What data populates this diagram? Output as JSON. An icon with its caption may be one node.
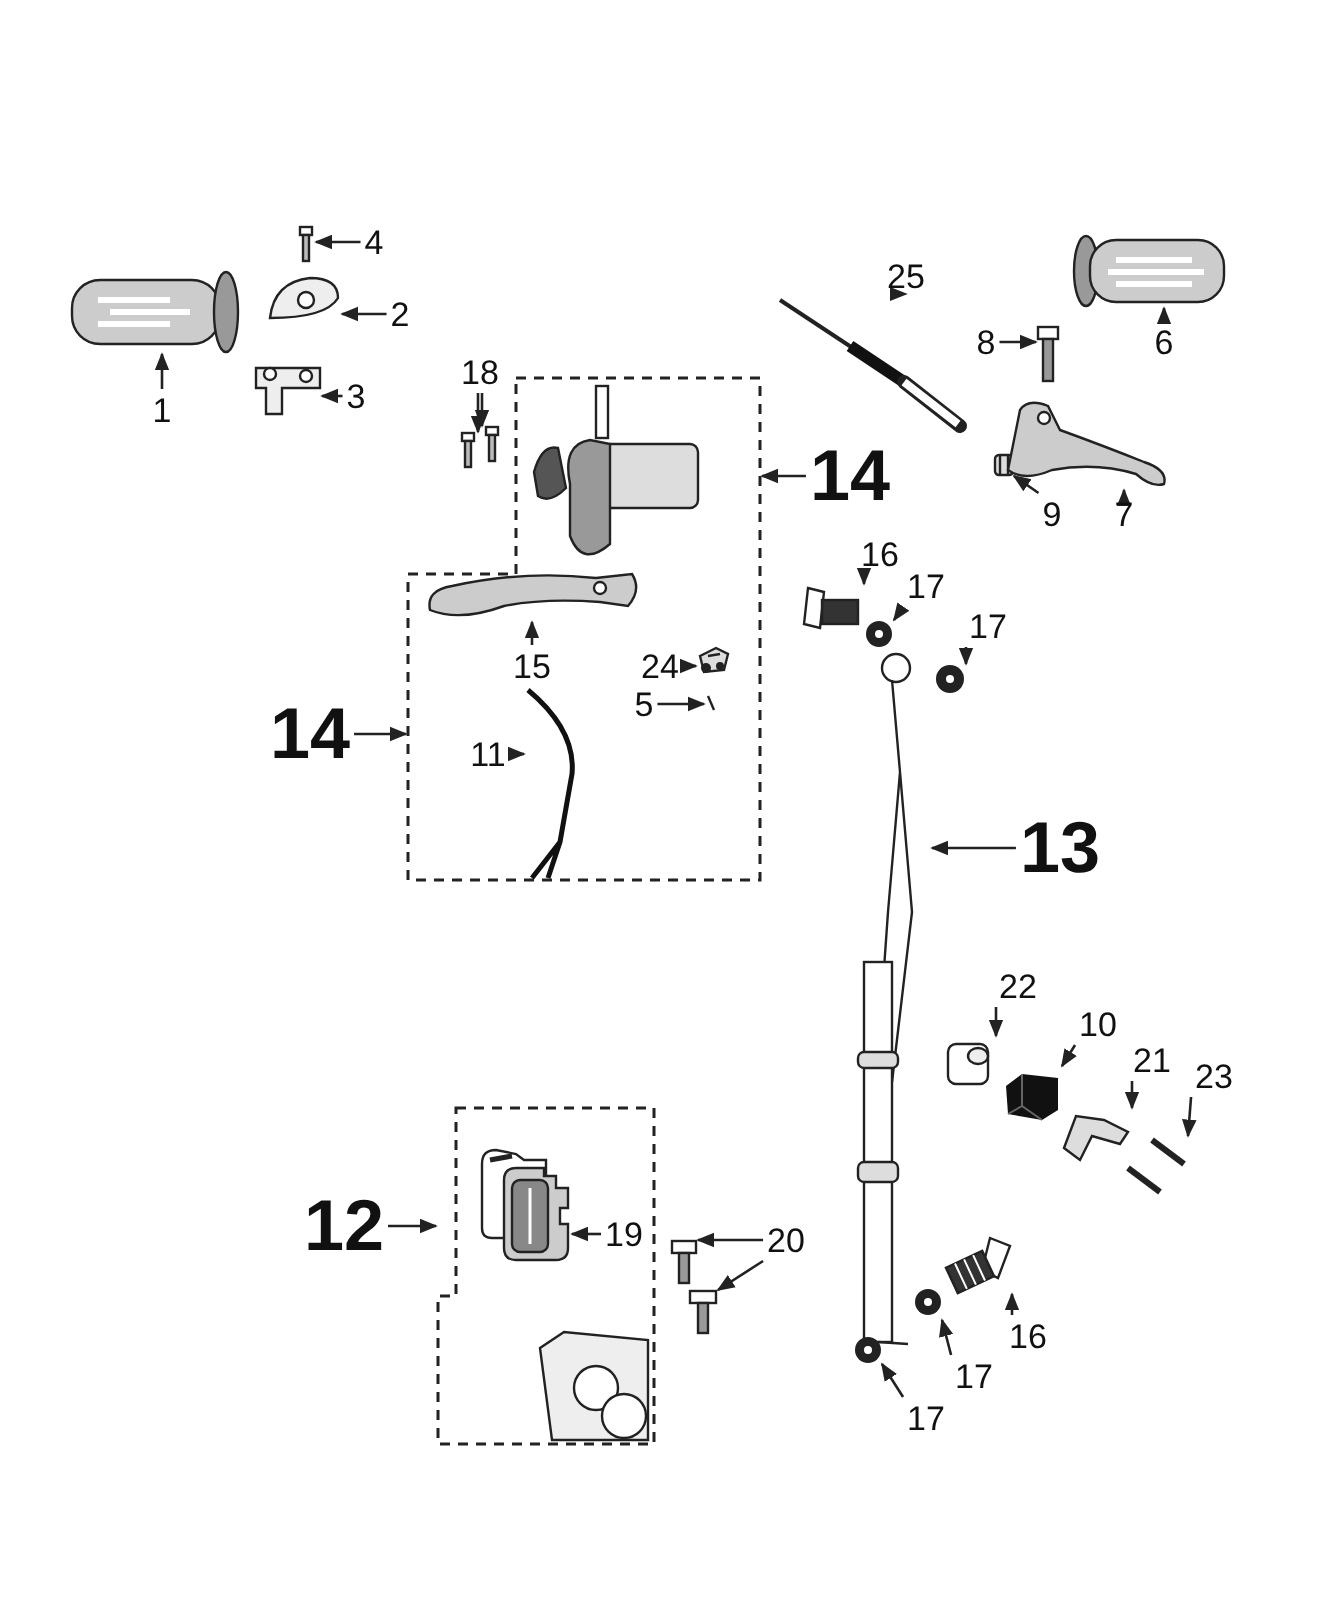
{
  "diagram": {
    "nodes": [
      {
        "text": [
          "4"
        ]
      },
      {
        "text": [],
        "shape": "picture"
      },
      {
        "text": [
          "2"
        ]
      },
      {
        "text": [],
        "shape": "picture"
      },
      {
        "text": [
          "1"
        ]
      },
      {
        "text": [],
        "shape": "picture"
      },
      {
        "text": [
          "3"
        ]
      },
      {
        "text": [],
        "shape": "picture"
      },
      {
        "text": [
          "25"
        ]
      },
      {
        "text": [],
        "shape": "picture"
      },
      {
        "text": [
          "6"
        ]
      },
      {
        "text": [],
        "shape": "picture"
      },
      {
        "text": [
          "8"
        ]
      },
      {
        "text": [],
        "shape": "picture"
      },
      {
        "text": [
          "18"
        ]
      },
      {
        "text": [],
        "shape": "picture"
      },
      {
        "text": [],
        "shape": "picture"
      },
      {
        "text": [
          "9"
        ]
      },
      {
        "text": [],
        "shape": "picture"
      },
      {
        "text": [
          "7"
        ]
      },
      {
        "text": [],
        "shape": "picture"
      },
      {
        "text": [],
        "shape": "box"
      },
      {
        "text": [
          "14"
        ]
      },
      {
        "text": [],
        "shape": "picture",
        "in": 21
      },
      {
        "text": [
          "15"
        ],
        "in": 21
      },
      {
        "text": [],
        "shape": "picture",
        "in": 21
      },
      {
        "text": [
          "24"
        ],
        "in": 21
      },
      {
        "text": [],
        "shape": "picture",
        "in": 21
      },
      {
        "text": [
          "5"
        ],
        "in": 21
      },
      {
        "text": [],
        "shape": "picture",
        "in": 21
      },
      {
        "text": [
          "11"
        ],
        "in": 21
      },
      {
        "text": [],
        "shape": "picture",
        "in": 21
      },
      {
        "text": [
          "14"
        ]
      },
      {
        "text": [
          "16"
        ]
      },
      {
        "text": [],
        "shape": "picture"
      },
      {
        "text": [
          "17"
        ]
      },
      {
        "text": [],
        "shape": "picture"
      },
      {
        "text": [
          "17"
        ]
      },
      {
        "text": [],
        "shape": "picture"
      },
      {
        "text": [
          "13"
        ]
      },
      {
        "text": [],
        "shape": "picture"
      },
      {
        "text": [
          "22"
        ]
      },
      {
        "text": [],
        "shape": "picture"
      },
      {
        "text": [
          "10"
        ]
      },
      {
        "text": [],
        "shape": "picture"
      },
      {
        "text": [
          "21"
        ]
      },
      {
        "text": [],
        "shape": "picture"
      },
      {
        "text": [
          "23"
        ]
      },
      {
        "text": [],
        "shape": "picture"
      },
      {
        "text": [],
        "shape": "box"
      },
      {
        "text": [
          "12"
        ]
      },
      {
        "text": [
          "19"
        ],
        "in": 49
      },
      {
        "text": [],
        "shape": "picture",
        "in": 49
      },
      {
        "text": [],
        "shape": "picture",
        "in": 49
      },
      {
        "text": [
          "20"
        ]
      },
      {
        "text": [],
        "shape": "picture"
      },
      {
        "text": [],
        "shape": "picture"
      },
      {
        "text": [
          "16"
        ]
      },
      {
        "text": [],
        "shape": "picture"
      },
      {
        "text": [
          "17"
        ]
      },
      {
        "text": [],
        "shape": "picture"
      },
      {
        "text": [
          "17"
        ]
      },
      {
        "text": [],
        "shape": "picture"
      }
    ],
    "edges": [
      {
        "from": 0,
        "to": 1,
        "arrow": "to"
      },
      {
        "from": 2,
        "to": 3,
        "arrow": "to"
      },
      {
        "from": 4,
        "to": 5,
        "arrow": "to"
      },
      {
        "from": 6,
        "to": 7,
        "arrow": "to"
      },
      {
        "from": 8,
        "to": 9,
        "arrow": "to"
      },
      {
        "from": 10,
        "to": 11,
        "arrow": "to"
      },
      {
        "from": 12,
        "to": 13,
        "arrow": "to"
      },
      {
        "from": 14,
        "to": 15,
        "arrow": "to"
      },
      {
        "from": 14,
        "to": 16,
        "arrow": "to"
      },
      {
        "from": 17,
        "to": 18,
        "arrow": "to"
      },
      {
        "from": 19,
        "to": 20,
        "arrow": "to"
      },
      {
        "from": 22,
        "to": 21,
        "arrow": "to"
      },
      {
        "from": 24,
        "to": 25,
        "arrow": "to"
      },
      {
        "from": 26,
        "to": 27,
        "arrow": "to"
      },
      {
        "from": 28,
        "to": 29,
        "arrow": "to"
      },
      {
        "from": 30,
        "to": 31,
        "arrow": "to"
      },
      {
        "from": 32,
        "to": 21,
        "arrow": "to"
      },
      {
        "from": 33,
        "to": 34,
        "arrow": "to"
      },
      {
        "from": 35,
        "to": 36,
        "arrow": "to"
      },
      {
        "from": 37,
        "to": 38,
        "arrow": "to"
      },
      {
        "from": 39,
        "to": 40,
        "arrow": "to"
      },
      {
        "from": 41,
        "to": 42,
        "arrow": "to"
      },
      {
        "from": 43,
        "to": 44,
        "arrow": "to"
      },
      {
        "from": 45,
        "to": 46,
        "arrow": "to"
      },
      {
        "from": 47,
        "to": 48,
        "arrow": "to"
      },
      {
        "from": 50,
        "to": 49,
        "arrow": "to"
      },
      {
        "from": 51,
        "to": 52,
        "arrow": "to"
      },
      {
        "from": 54,
        "to": 55,
        "arrow": "to"
      },
      {
        "from": 54,
        "to": 56,
        "arrow": "to"
      },
      {
        "from": 57,
        "to": 58,
        "arrow": "to"
      },
      {
        "from": 59,
        "to": 60,
        "arrow": "to"
      },
      {
        "from": 61,
        "to": 62,
        "arrow": "to"
      }
    ]
  }
}
